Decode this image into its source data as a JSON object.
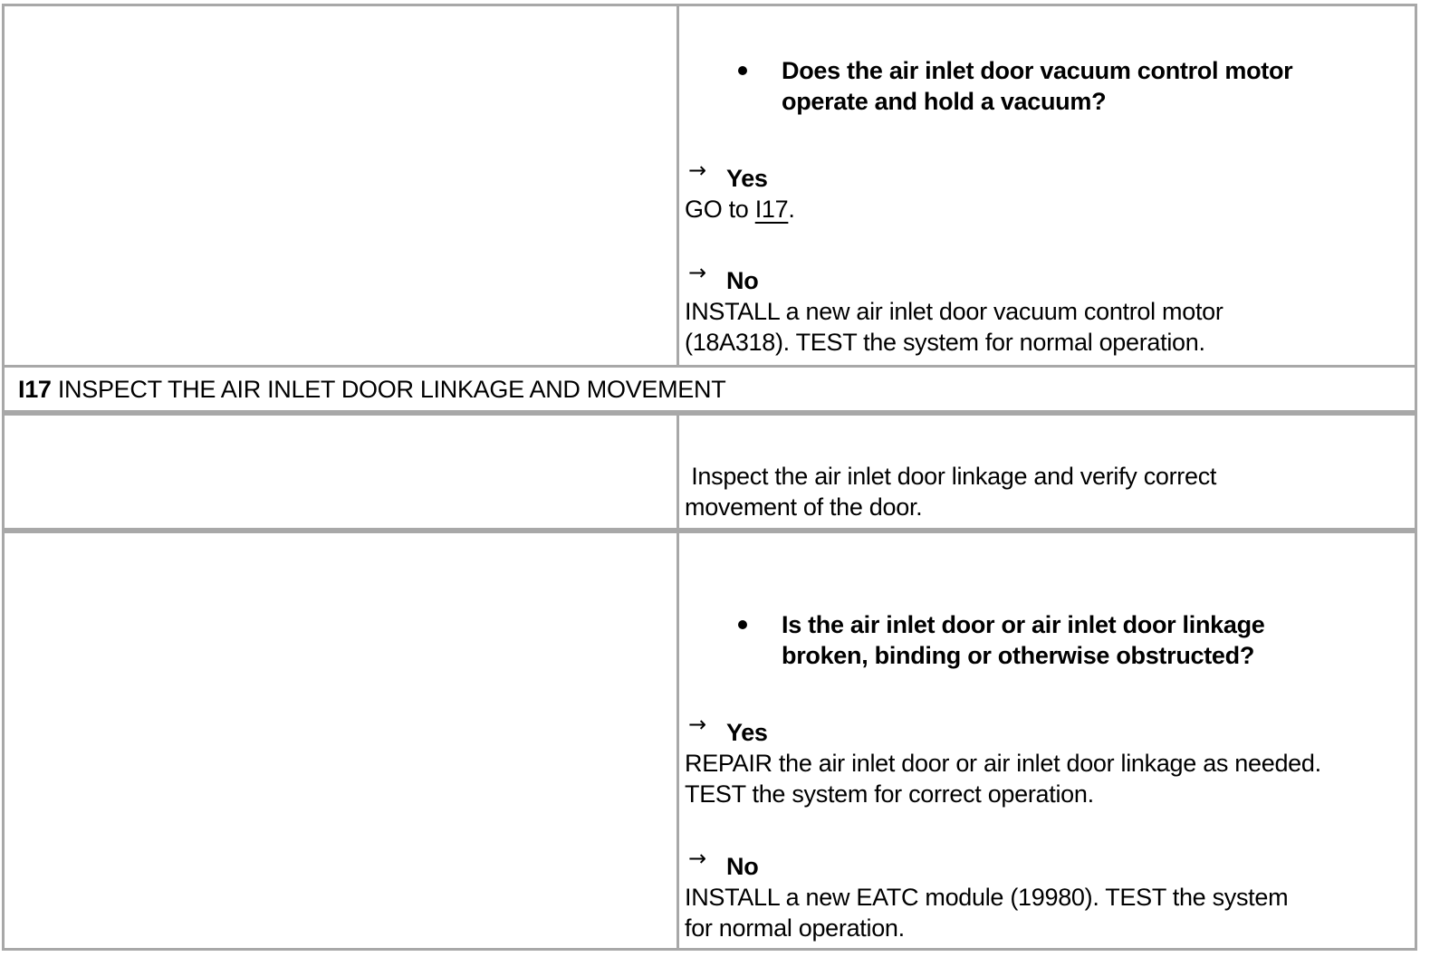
{
  "section1": {
    "question_line1": "Does the air inlet door vacuum control motor",
    "question_line2": "operate and hold a vacuum?",
    "yes_label": "Yes",
    "yes_text_prefix": "GO to ",
    "yes_link": "I17",
    "yes_text_suffix": ".",
    "no_label": "No",
    "no_text_line1": "INSTALL a new air inlet door vacuum control motor",
    "no_text_line2": "(18A318). TEST the system for normal operation."
  },
  "step_header": {
    "id": "I17",
    "title": " INSPECT THE AIR INLET DOOR LINKAGE AND MOVEMENT"
  },
  "section2": {
    "instruction_line1": " Inspect the air inlet door linkage and verify correct",
    "instruction_line2": "movement of the door."
  },
  "section3": {
    "question_line1": "Is the air inlet door or air inlet door linkage",
    "question_line2": "broken, binding or otherwise obstructed?",
    "yes_label": "Yes",
    "yes_text_line1": "REPAIR the air inlet door or air inlet door linkage as needed.",
    "yes_text_line2": "TEST the system for correct operation.",
    "no_label": "No",
    "no_text_line1": "INSTALL a new EATC module (19980). TEST the system",
    "no_text_line2": "for normal operation."
  },
  "icons": {
    "arrow": "right-arrow-icon",
    "bullet": "bullet-icon"
  },
  "colors": {
    "border": "#a8a8a8",
    "text": "#000000",
    "background": "#ffffff"
  }
}
